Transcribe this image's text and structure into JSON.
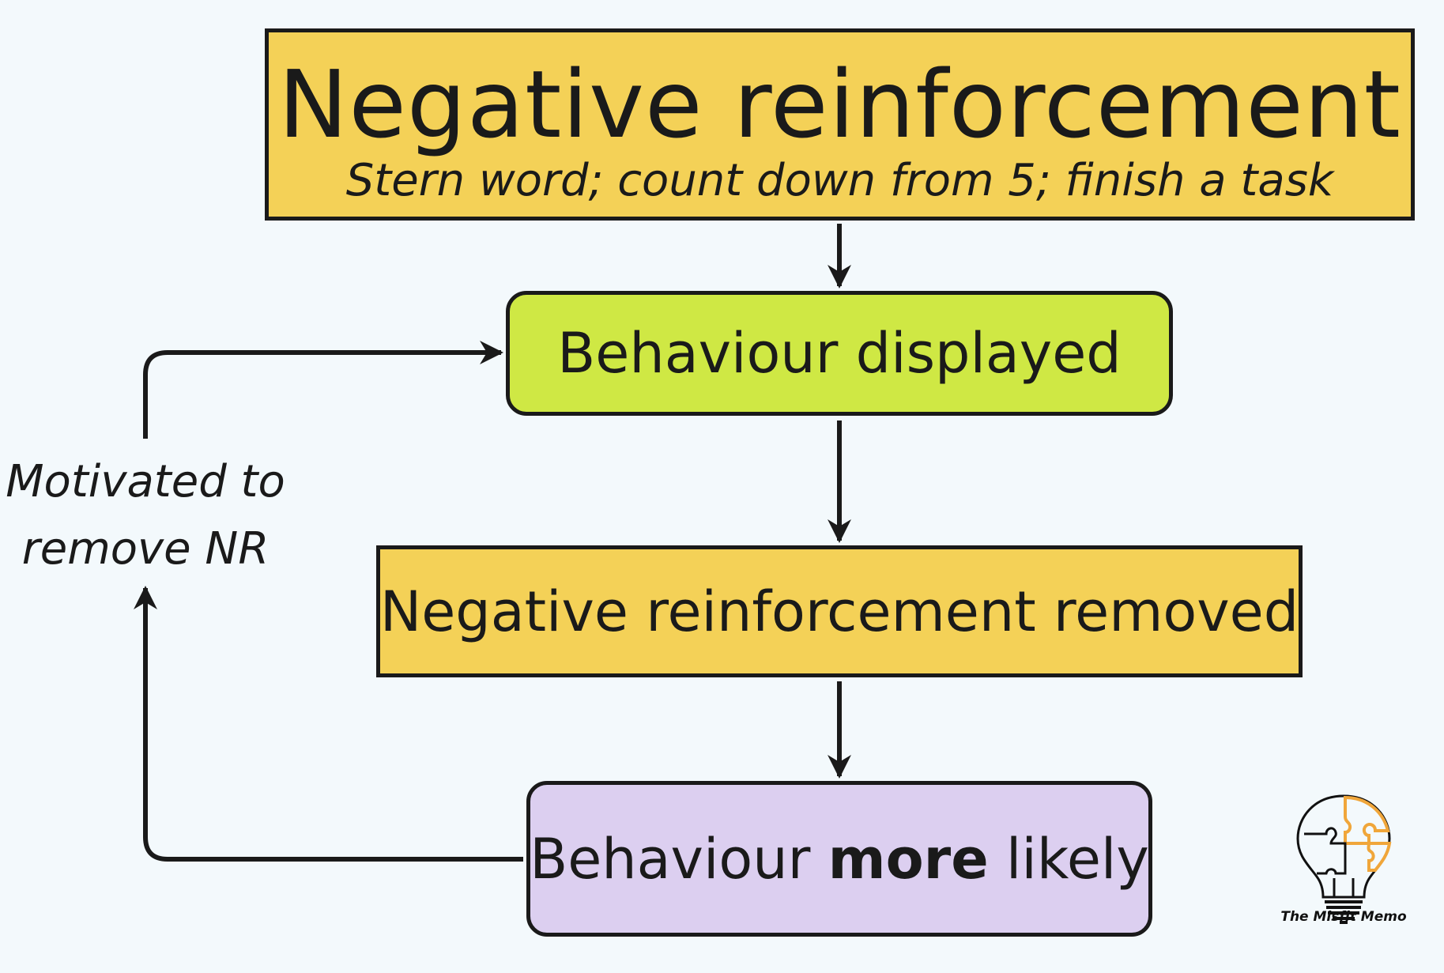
{
  "diagram": {
    "title": "Negative reinforcement",
    "subtitle": "Stern word; count down from 5; finish a task",
    "behaviour_displayed": "Behaviour displayed",
    "reinforcement_removed": "Negative reinforcement removed",
    "behaviour_likely": {
      "prefix": "Behaviour ",
      "emphasis": "more",
      "suffix": " likely"
    },
    "loop_label": {
      "line1": "Motivated to",
      "line2": "remove NR"
    }
  },
  "logo": {
    "caption": "The Misfit Memo",
    "icon": "lightbulb-puzzle-icon",
    "accent_color": "#f0a63a"
  },
  "colors": {
    "background": "#f3f9fc",
    "yellow": "#f4d157",
    "green": "#cfe844",
    "lavender": "#dccff0",
    "ink": "#1a1a1a"
  }
}
